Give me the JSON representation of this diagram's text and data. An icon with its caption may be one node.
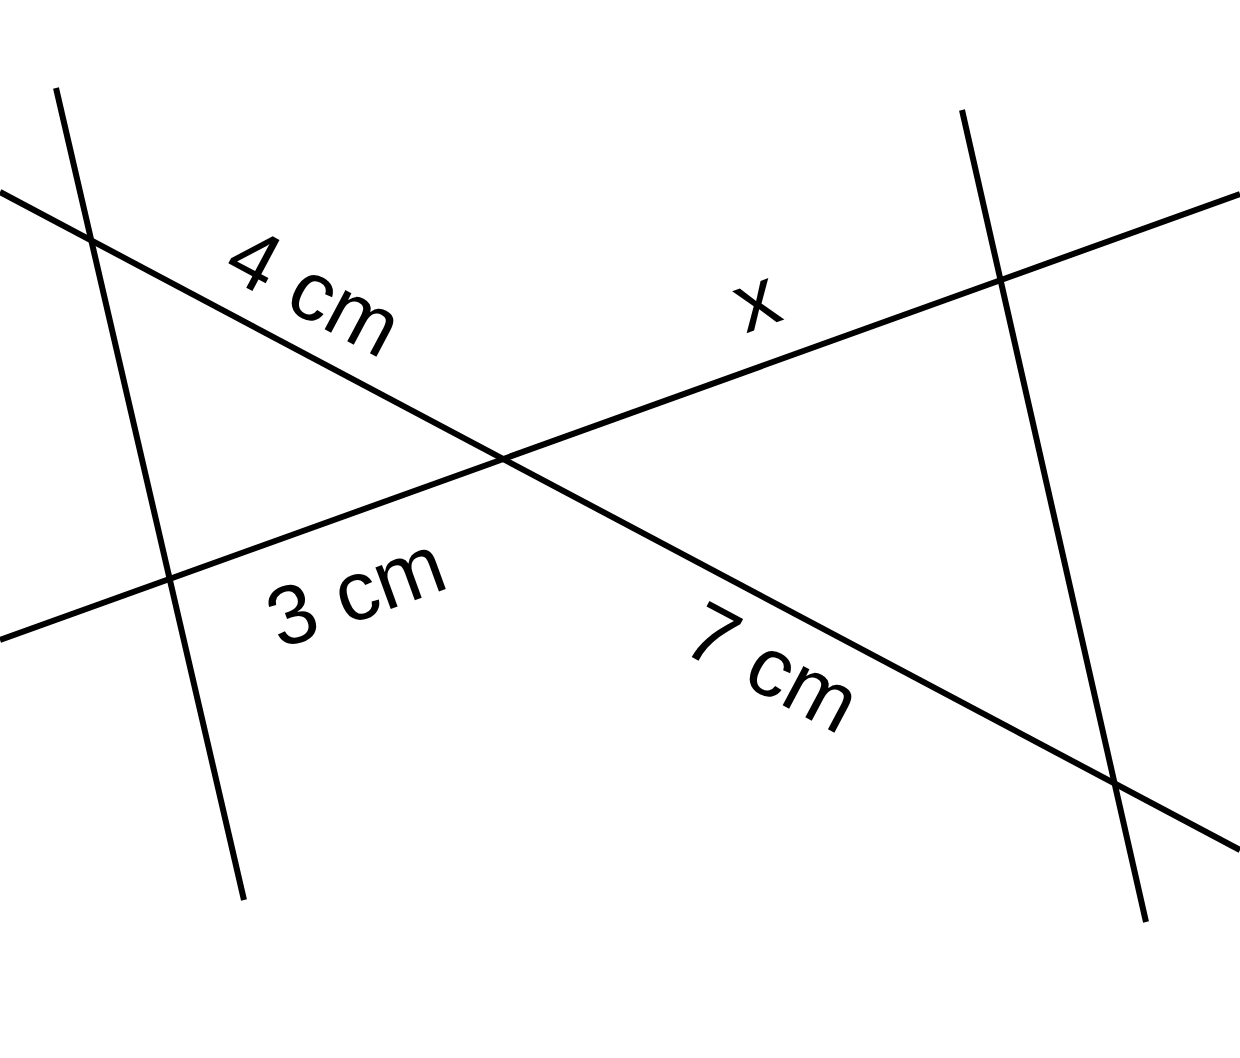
{
  "diagram": {
    "labels": [
      "4 cm",
      "x",
      "3 cm",
      "7 cm"
    ]
  }
}
